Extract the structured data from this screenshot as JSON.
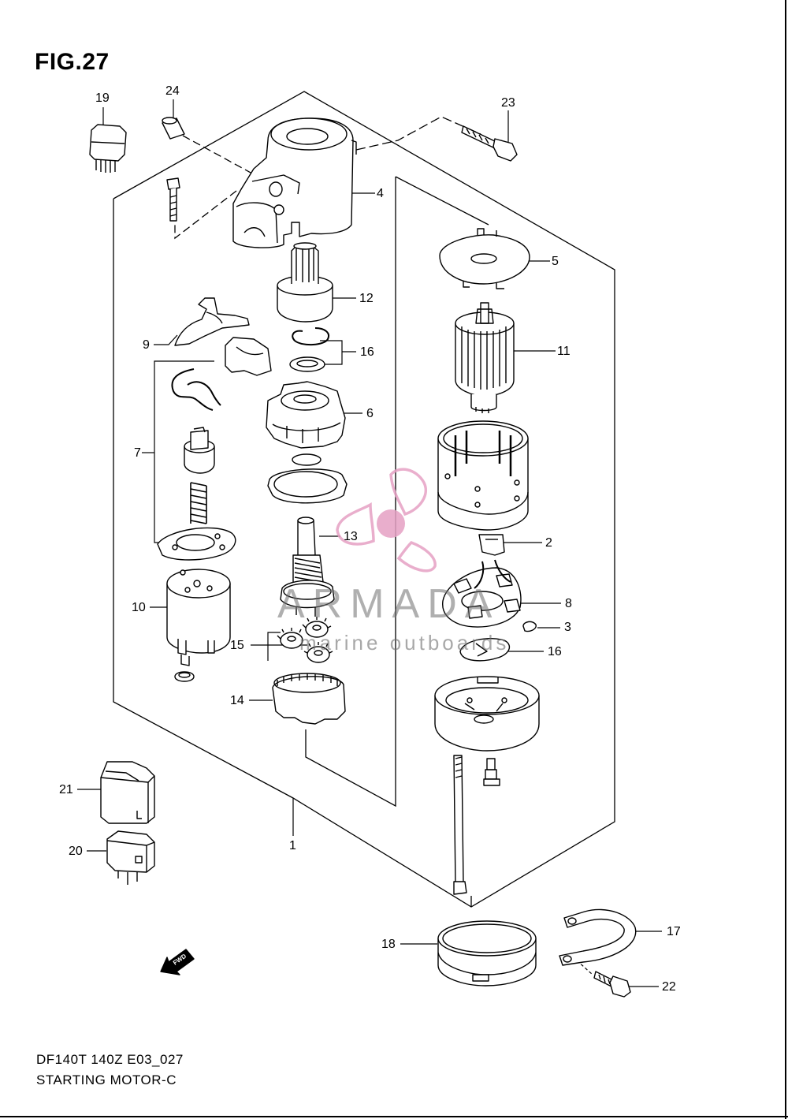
{
  "figure": {
    "title": "FIG.27",
    "model_code": "DF140T 140Z E03_027",
    "subtitle": "STARTING MOTOR-C"
  },
  "watermark": {
    "brand": "ARMADA",
    "tagline": "marine outboards",
    "color": "#e6a1c4"
  },
  "fwd_badge": "FWD",
  "callouts": [
    "1",
    "2",
    "3",
    "4",
    "5",
    "6",
    "7",
    "8",
    "9",
    "10",
    "11",
    "12",
    "13",
    "14",
    "15",
    "16",
    "16",
    "17",
    "18",
    "19",
    "20",
    "21",
    "22",
    "23",
    "24"
  ]
}
